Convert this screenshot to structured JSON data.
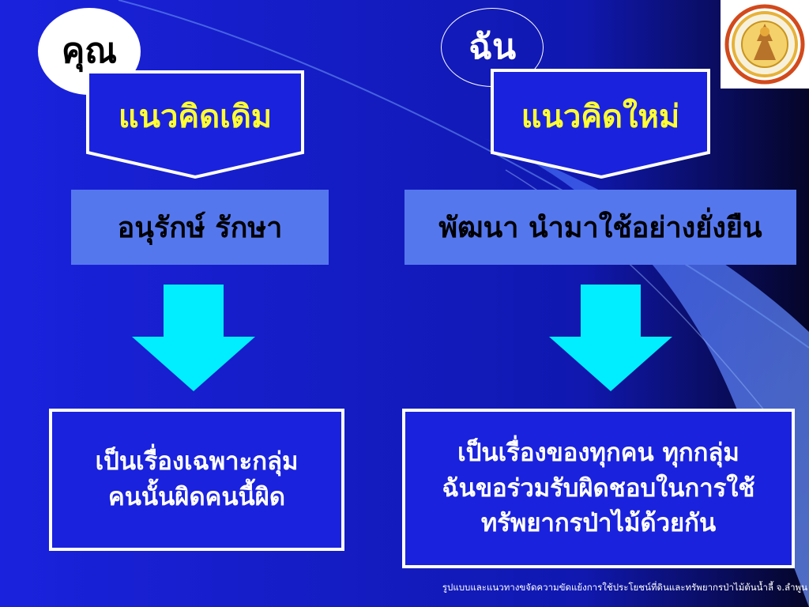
{
  "you_label": "คุณ",
  "me_label": "ฉัน",
  "old": {
    "title": "แนวคิดเดิม",
    "subtitle": "อนุรักษ์ รักษา",
    "outcome_lines": [
      "เป็นเรื่องเฉพาะกลุ่ม",
      "คนนั้นผิดคนนี้ผิด"
    ]
  },
  "new": {
    "title": "แนวคิดใหม่",
    "subtitle": "พัฒนา นำมาใช้อย่างยั่งยืน",
    "outcome_lines": [
      "เป็นเรื่องของทุกคน ทุกกลุ่ม",
      "ฉันขอร่วมรับผิดชอบในการใช้",
      "ทรัพยากรป่าไม้ด้วยกัน"
    ]
  },
  "caption": "รูปแบบและแนวทางขจัดความขัดแย้งการใช้ประโยชน์ที่ดินและทรัพยากรป่าไม้ต้นน้ำลี้ จ.ลำพูน",
  "colors": {
    "background": "#1a22dd",
    "heading_text": "#ffff33",
    "subtitle_box": "#5577ee",
    "arrow": "#00eeff"
  }
}
